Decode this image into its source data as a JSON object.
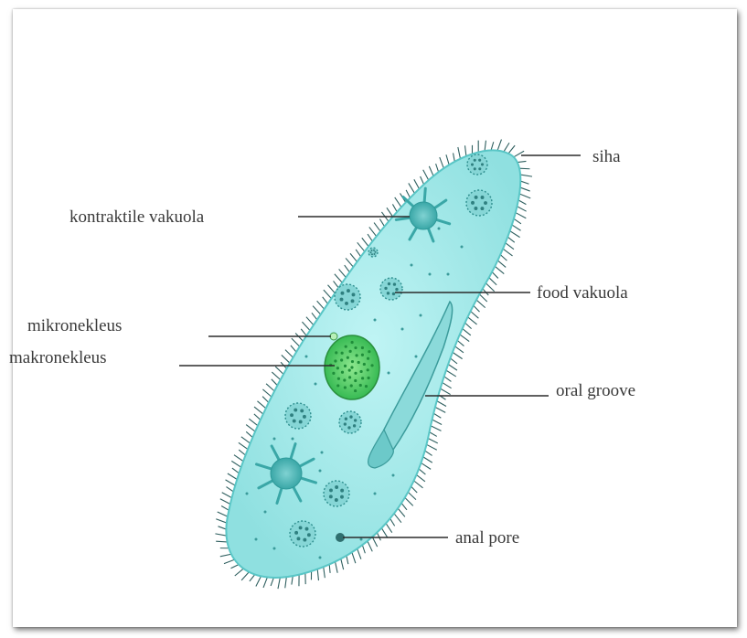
{
  "labels": {
    "siha": "siha",
    "kontraktile_vakuola": "kontraktile vakuola",
    "food_vakuola": "food vakuola",
    "mikronekleus": "mikronekleus",
    "makronekleus": "makronekleus",
    "oral_groove": "oral groove",
    "anal_pore": "anal pore"
  },
  "colors": {
    "cell_fill": "#a6ecec",
    "cell_edge": "#59c6c6",
    "cilia": "#2f5f5f",
    "vacuole": "#4bb8b8",
    "macronucleus": "#39c75a",
    "leader_line": "#2b2b2b",
    "label_text": "#3a3a3a"
  }
}
